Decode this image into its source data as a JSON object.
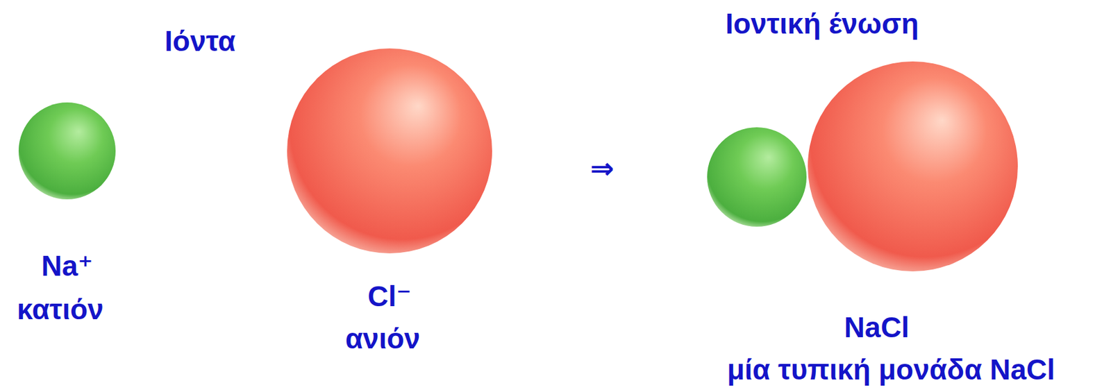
{
  "diagram": {
    "nodes": [
      {
        "text": [
          "Na⁺",
          "κατιόν"
        ]
      },
      {
        "text": [
          "Cl⁻",
          "ανιόν"
        ]
      },
      {
        "text": [
          "NaCl",
          "μία τυπική μονάδα NaCl"
        ]
      }
    ],
    "labels": [
      "Ιόντα",
      "⇒",
      "Ιοντική ένωση"
    ]
  }
}
